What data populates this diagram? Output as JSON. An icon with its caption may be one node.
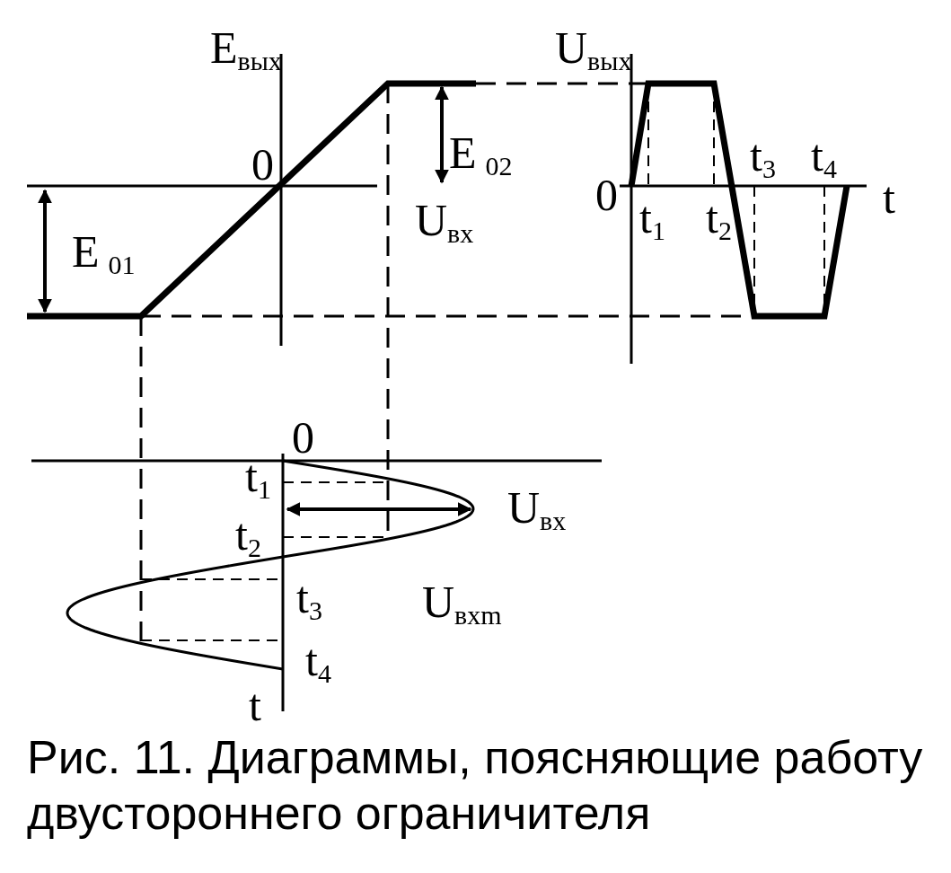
{
  "diagram": {
    "caption": "Рис. 11. Диаграммы, поясняющие работу двустороннего ограничителя",
    "labels": [
      "E$_{вых}$",
      "U$_{вых}$",
      "0",
      "E$_{02}$",
      "0",
      "t$_{3}$",
      "t$_{4}$",
      "t",
      "t$_{1}$",
      "t$_{2}$",
      "U$_{вх}$",
      "E$_{01}$",
      "0",
      "t$_{1}$",
      "U$_{вх}$",
      "t$_{2}$",
      "U$_{вхm}$",
      "t$_{3}$",
      "t$_{4}$",
      "t"
    ]
  }
}
